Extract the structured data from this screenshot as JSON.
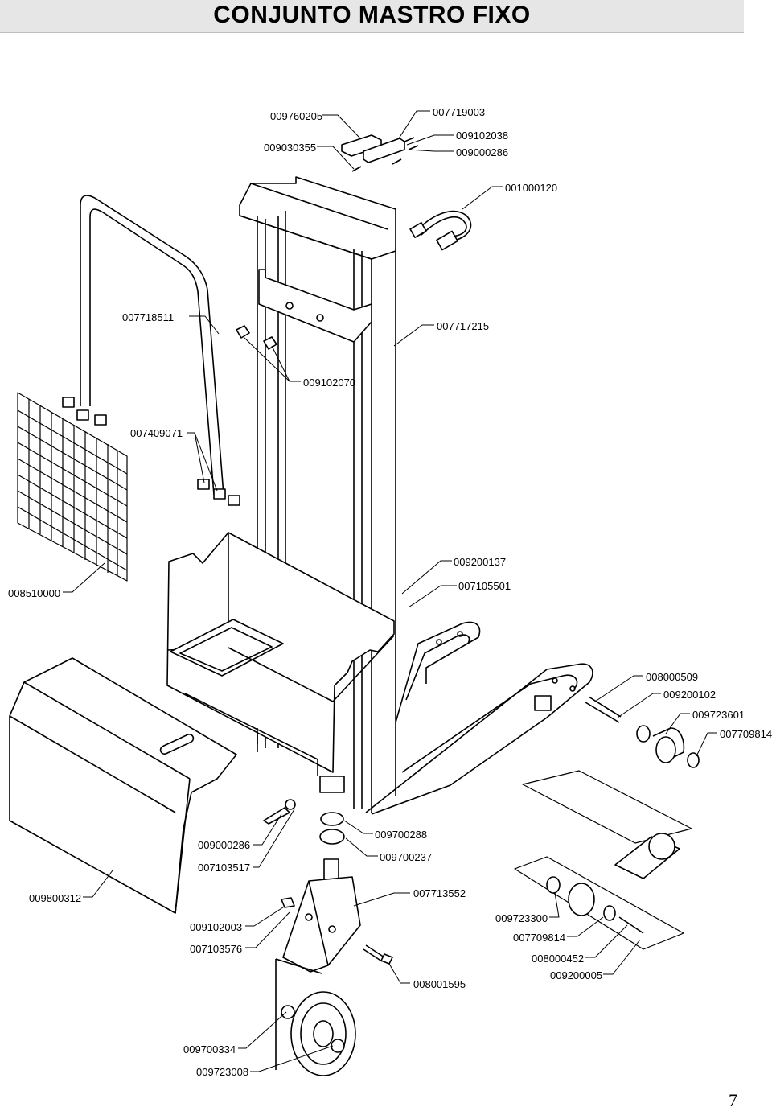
{
  "page": {
    "title": "CONJUNTO MASTRO FIXO",
    "page_number": "7"
  },
  "parts": [
    "009760205",
    "009030355",
    "007719003",
    "009102038",
    "009000286",
    "001000120",
    "007718511",
    "007717215",
    "009102070",
    "007409071",
    "009200137",
    "007105501",
    "008510000",
    "008000509",
    "009200102",
    "009723601",
    "007709814",
    "009700288",
    "009000286",
    "009700237",
    "007103517",
    "007713552",
    "009800312",
    "009723300",
    "009102003",
    "007709814",
    "007103576",
    "008000452",
    "008001595",
    "009200005",
    "009700334",
    "009723008"
  ]
}
